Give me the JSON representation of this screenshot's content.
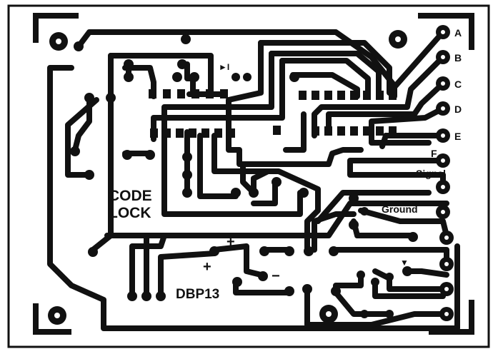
{
  "colors": {
    "ink": "#111111",
    "paper": "#ffffff"
  },
  "board": {
    "title_line1": "CODE",
    "title_line2": "LOCK",
    "part_number": "DBP13"
  },
  "connector_labels": [
    "A",
    "B",
    "C",
    "D",
    "E",
    "F"
  ],
  "signal_label": "Signal",
  "ground_label": "Ground",
  "polarity": {
    "plus_a": "+",
    "plus_b": "+",
    "minus": "−"
  },
  "diode_marks": {
    "d1": "►I",
    "d2": "▼"
  }
}
